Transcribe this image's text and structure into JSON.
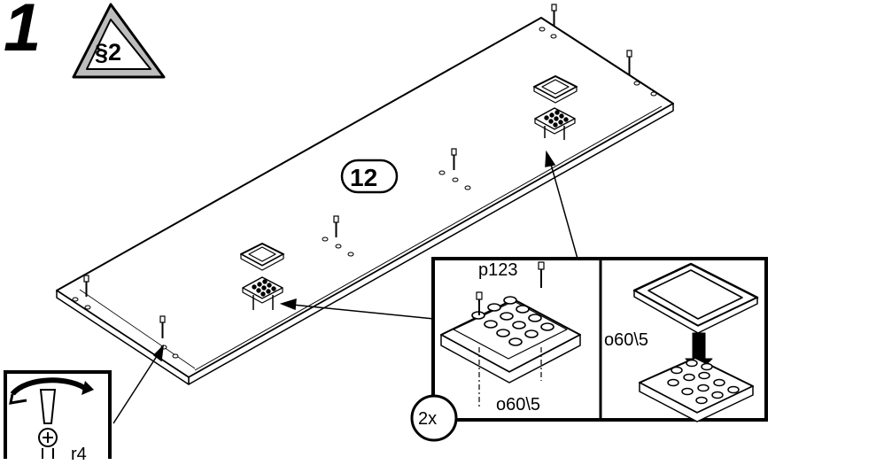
{
  "step": {
    "number": "1"
  },
  "warning": {
    "label": "§2",
    "icon": "warning-triangle-icon"
  },
  "panel": {
    "part_id": "12"
  },
  "detail": {
    "screw_label": "p123",
    "cap_label_left": "o60\\5",
    "cap_label_right": "o60\\5",
    "quantity": "2x"
  },
  "tool": {
    "label": "r4"
  },
  "colors": {
    "ink": "#000000",
    "triangle_fill": "#bdbdbd",
    "paper": "#ffffff"
  }
}
